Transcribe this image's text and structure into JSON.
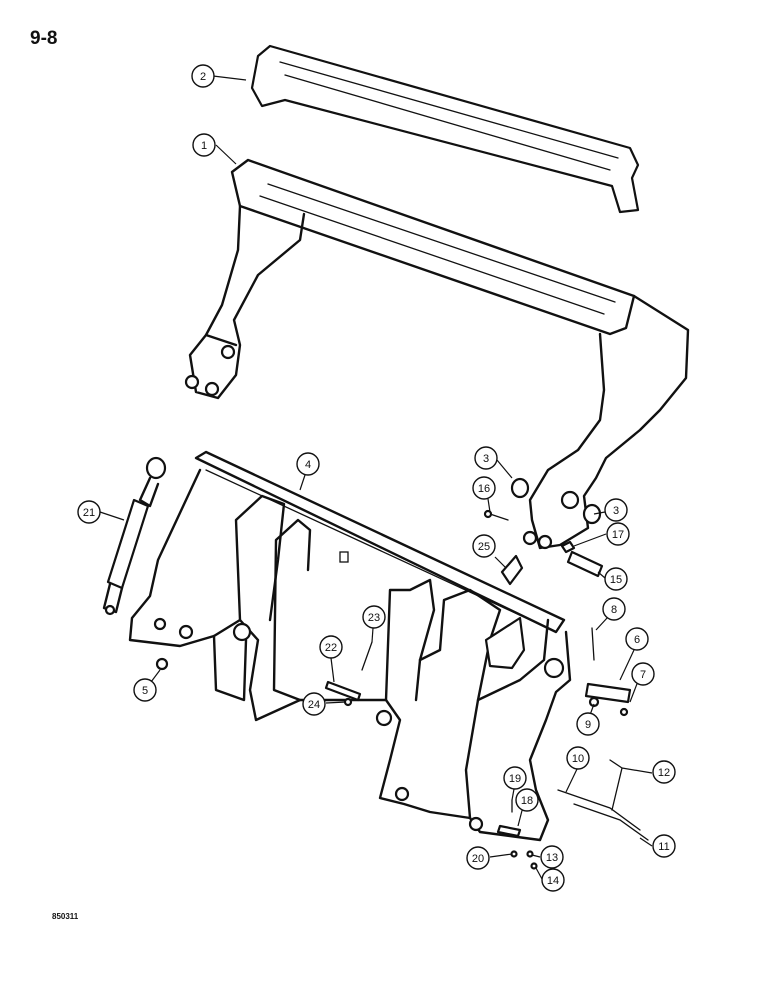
{
  "page_number": "9-8",
  "figure_code": "850311",
  "callouts": [
    "1",
    "2",
    "3",
    "3",
    "4",
    "5",
    "6",
    "7",
    "8",
    "9",
    "10",
    "11",
    "12",
    "13",
    "14",
    "15",
    "16",
    "17",
    "18",
    "19",
    "20",
    "21",
    "22",
    "23",
    "24",
    "25"
  ]
}
